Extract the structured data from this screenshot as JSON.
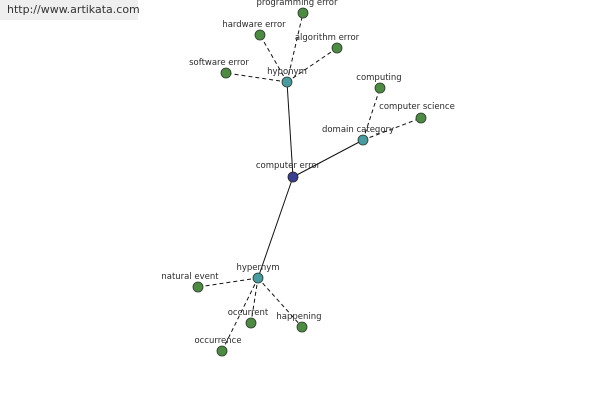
{
  "banner": {
    "url": "http://www.artikata.com"
  },
  "graph": {
    "center": {
      "id": "computer-error",
      "label": "computer error"
    },
    "groups": [
      {
        "id": "hyponym",
        "label": "hyponym",
        "children": [
          {
            "id": "programming-error",
            "label": "programming error"
          },
          {
            "id": "hardware-error",
            "label": "hardware error"
          },
          {
            "id": "algorithm-error",
            "label": "algorithm error"
          },
          {
            "id": "software-error",
            "label": "software error"
          }
        ]
      },
      {
        "id": "domain-category",
        "label": "domain category",
        "children": [
          {
            "id": "computing",
            "label": "computing"
          },
          {
            "id": "computer-science",
            "label": "computer science"
          }
        ]
      },
      {
        "id": "hypernym",
        "label": "hypernym",
        "children": [
          {
            "id": "natural-event",
            "label": "natural event"
          },
          {
            "id": "occurrent",
            "label": "occurrent"
          },
          {
            "id": "happening",
            "label": "happening"
          },
          {
            "id": "occurrence",
            "label": "occurrence"
          }
        ]
      }
    ]
  },
  "colors": {
    "center_node": "#3b3f8f",
    "group_node": "#4a9aa0",
    "leaf_node": "#4e8a43",
    "node_stroke": "#2c3a2c",
    "edge": "#111111"
  }
}
